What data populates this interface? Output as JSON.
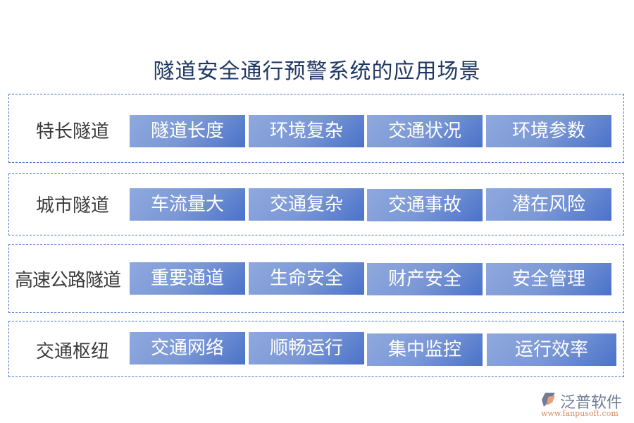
{
  "title": "隧道安全通行预警系统的应用场景",
  "groups": [
    {
      "label": "特长隧道",
      "tags": [
        "隧道长度",
        "环境复杂",
        "交通状况",
        "环境参数"
      ]
    },
    {
      "label": "城市隧道",
      "tags": [
        "车流量大",
        "交通复杂",
        "交通事故",
        "潜在风险"
      ]
    },
    {
      "label": "高速公路隧道",
      "tags": [
        "重要通道",
        "生命安全",
        "财产安全",
        "安全管理"
      ]
    },
    {
      "label": "交通枢纽",
      "tags": [
        "交通网络",
        "顺畅运行",
        "集中监控",
        "运行效率"
      ]
    }
  ],
  "watermark": {
    "name": "泛普软件",
    "url": "www.fanpusoft.com"
  },
  "colors": {
    "title": "#1f3864",
    "border": "#4472c4",
    "tag_light": "#8fa9de",
    "tag_dark": "#4a72c9",
    "logo_url": "#d98a5e"
  }
}
